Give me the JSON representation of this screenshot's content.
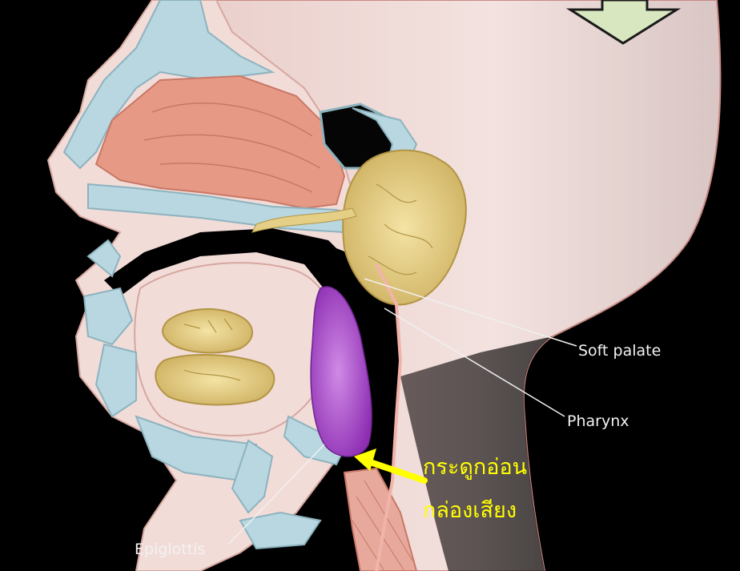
{
  "labels": {
    "soft_palate": "Soft palate",
    "pharynx": "Pharynx",
    "epiglottis": "Epiglottis",
    "thai_line1": "กระดูกอ่อน",
    "thai_line2": "กล่องเสียง"
  },
  "icons": {
    "down_arrow": "down-arrow-icon",
    "pointer_arrow": "yellow-arrow-icon"
  },
  "colors": {
    "background": "#000000",
    "skin": "#f2dcd8",
    "bone": "#b8d7e0",
    "nasal": "#e69a86",
    "gland": "#e5cf86",
    "purple": "#a94bc9",
    "arrow_fill": "#d8e7c0",
    "label_yellow": "#ffff00"
  }
}
